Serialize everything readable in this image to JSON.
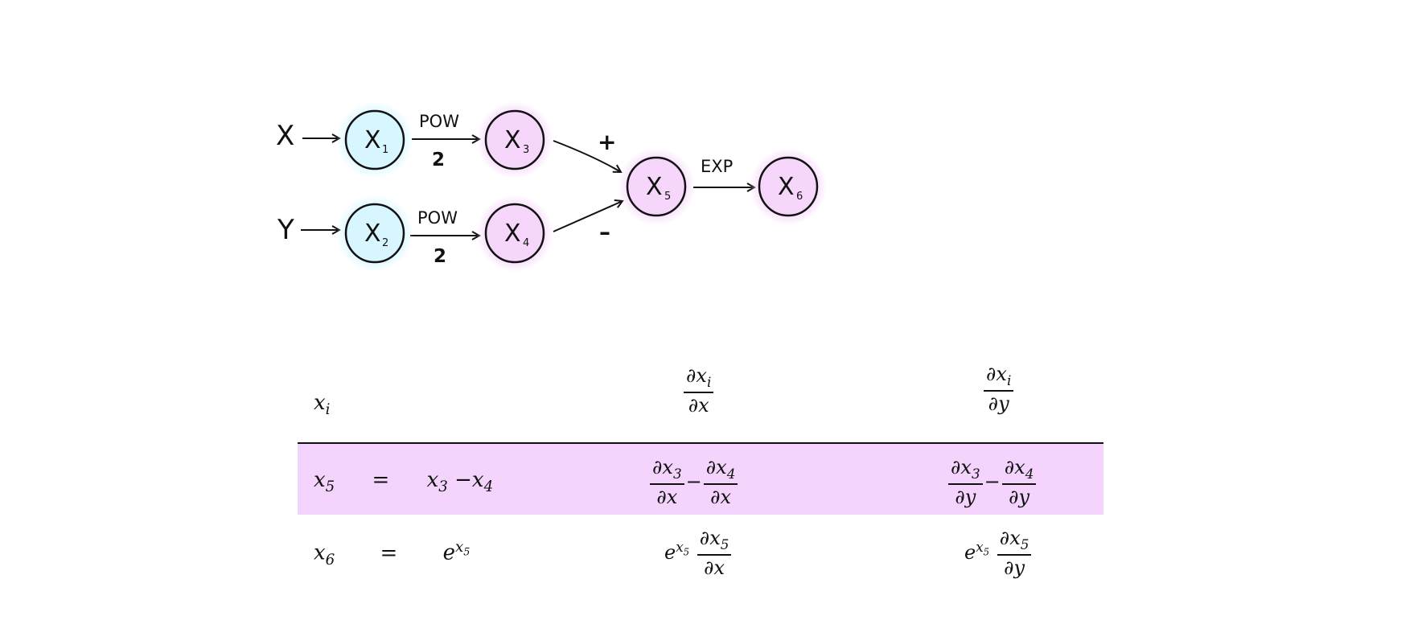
{
  "graph": {
    "inputs": [
      {
        "id": "x",
        "label": "X"
      },
      {
        "id": "y",
        "label": "Y"
      }
    ],
    "nodes": [
      {
        "id": "x1",
        "main": "X",
        "sub": "1",
        "color": "#d8f6ff"
      },
      {
        "id": "x2",
        "main": "X",
        "sub": "2",
        "color": "#d8f6ff"
      },
      {
        "id": "x3",
        "main": "X",
        "sub": "3",
        "color": "#f7d6fb"
      },
      {
        "id": "x4",
        "main": "X",
        "sub": "4",
        "color": "#f7d6fb"
      },
      {
        "id": "x5",
        "main": "X",
        "sub": "5",
        "color": "#f7d6fb"
      },
      {
        "id": "x6",
        "main": "X",
        "sub": "6",
        "color": "#f7d6fb"
      }
    ],
    "edge_labels": {
      "pow_top_op": "POW",
      "pow_top_arg": "2",
      "pow_bottom_op": "POW",
      "pow_bottom_arg": "2",
      "plus": "+",
      "minus": "–",
      "exp": "EXP"
    }
  },
  "table": {
    "header": {
      "col1": "x",
      "col1_sub": "i",
      "col2_num": "∂x",
      "col2_num_sub": "i",
      "col2_den": "∂x",
      "col3_num": "∂x",
      "col3_num_sub": "i",
      "col3_den": "∂y"
    },
    "rows": [
      {
        "lhs": "x",
        "lhs_sub": "5",
        "eq": "=",
        "rhs_a": "x",
        "rhs_a_sub": "3",
        "rhs_op": "−",
        "rhs_b": "x",
        "rhs_b_sub": "4",
        "dx": {
          "n1": "∂x",
          "n1s": "3",
          "d1": "∂x",
          "op": "−",
          "n2": "∂x",
          "n2s": "4",
          "d2": "∂x"
        },
        "dy": {
          "n1": "∂x",
          "n1s": "3",
          "d1": "∂y",
          "op": "−",
          "n2": "∂x",
          "n2s": "4",
          "d2": "∂y"
        }
      },
      {
        "lhs": "x",
        "lhs_sub": "6",
        "eq": "=",
        "rhs_base": "e",
        "rhs_exp": "x",
        "rhs_exp_sub": "5",
        "dx": {
          "base": "e",
          "exp": "x",
          "exp_sub": "5",
          "num": "∂x",
          "num_sub": "5",
          "den": "∂x"
        },
        "dy": {
          "base": "e",
          "exp": "x",
          "exp_sub": "5",
          "num": "∂x",
          "num_sub": "5",
          "den": "∂y"
        }
      }
    ],
    "highlight_color": "#f4d3fc"
  }
}
